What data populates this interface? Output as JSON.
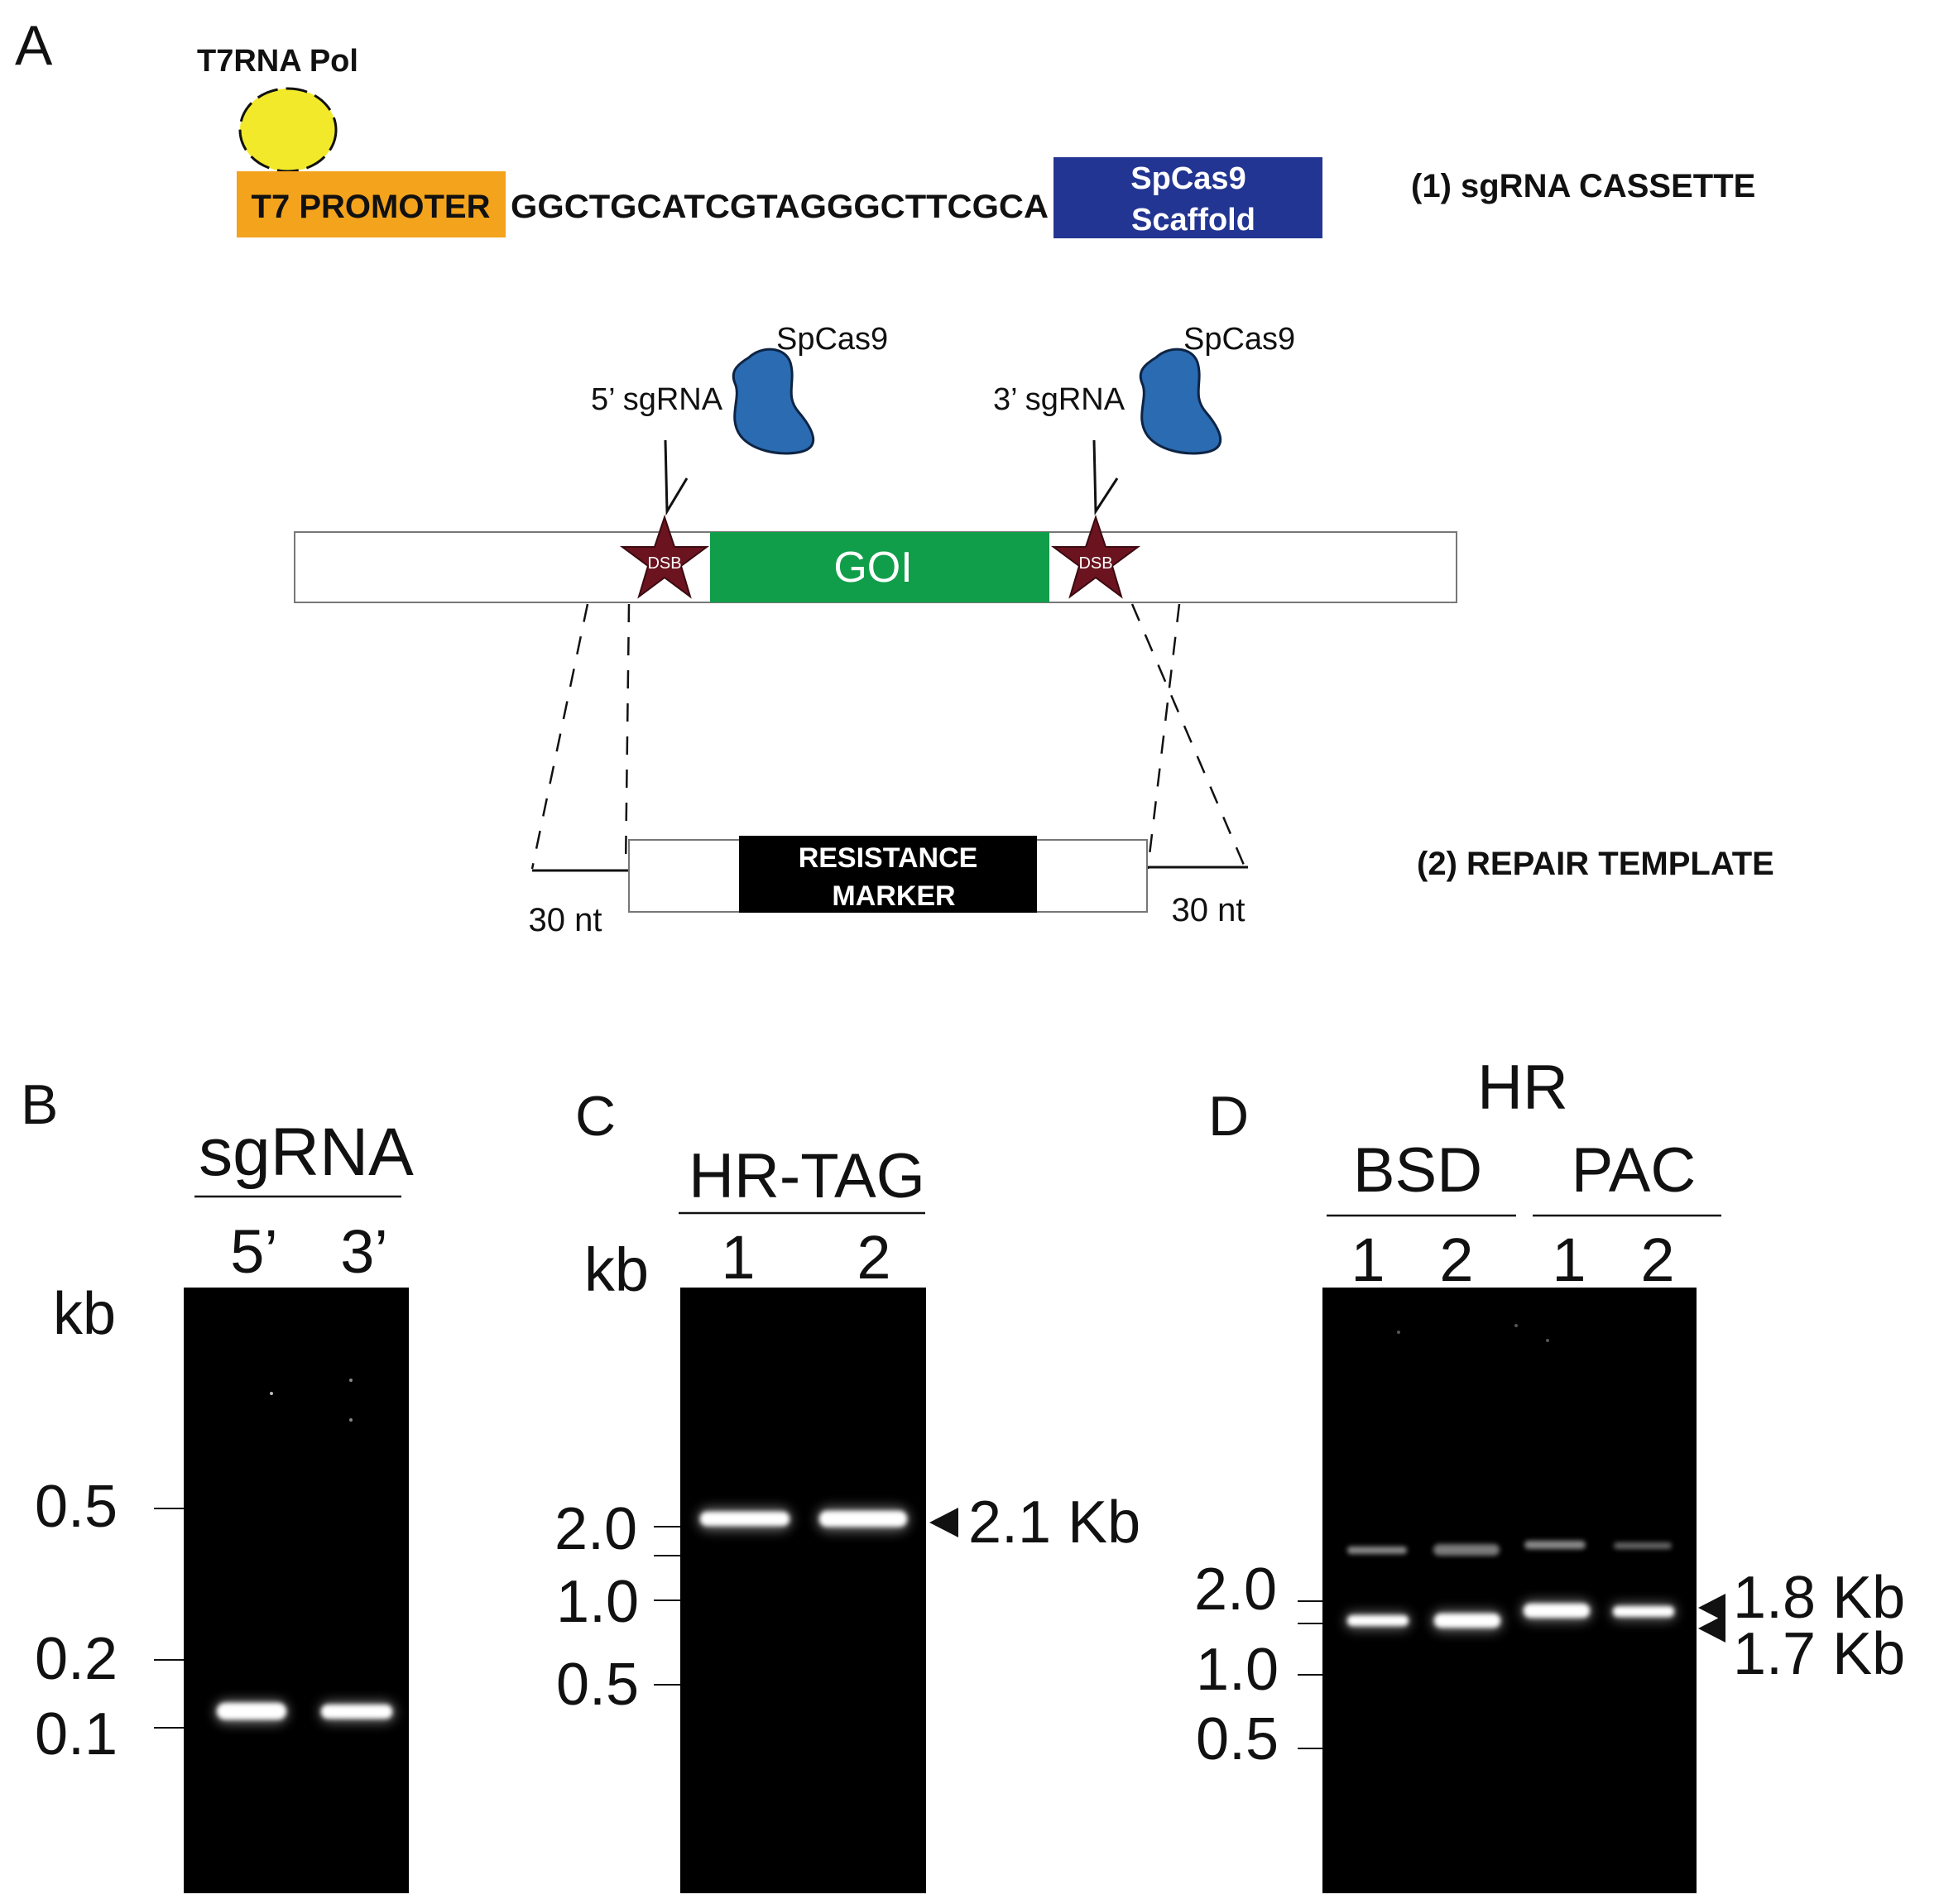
{
  "panels": {
    "a": "A",
    "b": "B",
    "c": "C",
    "d": "D"
  },
  "cassette": {
    "polymerase": "T7RNA Pol",
    "promoter": "T7 PROMOTER",
    "sequence": "GGCTGCATCGTAGGGCTTCGCA",
    "scaffold_line1": "SpCas9",
    "scaffold_line2": "Scaffold",
    "label": "(1) sgRNA CASSETTE"
  },
  "locus": {
    "cas9_left": "SpCas9",
    "cas9_right": "SpCas9",
    "sgrna_left": "5’ sgRNA",
    "sgrna_right": "3’ sgRNA",
    "dsb_left": "DSB",
    "dsb_right": "DSB",
    "gene": "GOI"
  },
  "repair": {
    "marker_line1": "RESISTANCE",
    "marker_line2": "MARKER",
    "homology_left": "30 nt",
    "homology_right": "30 nt",
    "label": "(2) REPAIR TEMPLATE"
  },
  "colors": {
    "polymerase": "#f2e92a",
    "promoter": "#f4a31c",
    "scaffold": "#233592",
    "cas9": "#2a6bb2",
    "gene": "#119e4a",
    "dsb": "#6b1420",
    "marker": "#000000",
    "gel": "#000000"
  },
  "gel_b": {
    "title": "sgRNA",
    "lanes": [
      "5’",
      "3’"
    ],
    "unit": "kb",
    "ladder": [
      "0.5",
      "0.2",
      "0.1"
    ]
  },
  "gel_c": {
    "title": "HR-TAG",
    "unit": "kb",
    "lanes": [
      "1",
      "2"
    ],
    "ladder": [
      "2.0",
      "1.0",
      "0.5"
    ],
    "band_label": "2.1 Kb"
  },
  "gel_d": {
    "title": "HR",
    "groups": [
      "BSD",
      "PAC"
    ],
    "lanes": [
      "1",
      "2",
      "1",
      "2"
    ],
    "ladder": [
      "2.0",
      "1.0",
      "0.5"
    ],
    "band_labels": [
      "1.8 Kb",
      "1.7 Kb"
    ]
  }
}
